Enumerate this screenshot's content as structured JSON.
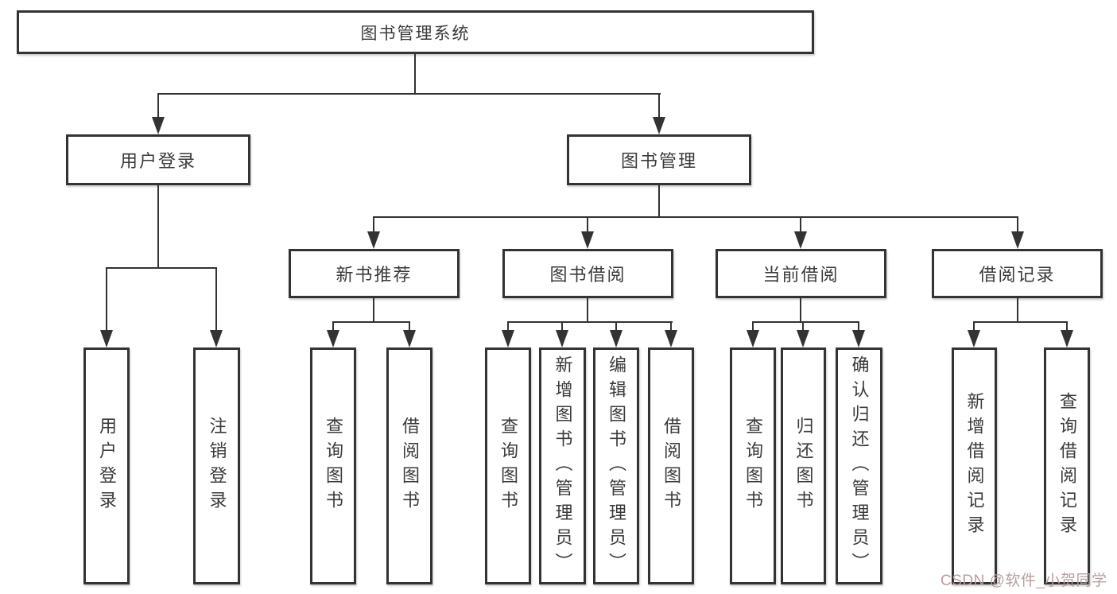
{
  "root": {
    "label": "图书管理系统"
  },
  "branches": {
    "user_login": {
      "label": "用户登录",
      "children": [
        {
          "label": "用户登录"
        },
        {
          "label": "注销登录"
        }
      ]
    },
    "book_management": {
      "label": "图书管理",
      "children": [
        {
          "label": "新书推荐",
          "children": [
            {
              "label": "查询图书"
            },
            {
              "label": "借阅图书"
            }
          ]
        },
        {
          "label": "图书借阅",
          "children": [
            {
              "label": "查询图书"
            },
            {
              "label": "新增图书（管理员）"
            },
            {
              "label": "编辑图书（管理员）"
            },
            {
              "label": "借阅图书"
            }
          ]
        },
        {
          "label": "当前借阅",
          "children": [
            {
              "label": "查询图书"
            },
            {
              "label": "归还图书"
            },
            {
              "label": "确认归还（管理员）"
            }
          ]
        },
        {
          "label": "借阅记录",
          "children": [
            {
              "label": "新增借阅记录"
            },
            {
              "label": "查询借阅记录"
            }
          ]
        }
      ]
    }
  },
  "watermark": {
    "text": "CSDN @软件_小贺同学"
  },
  "colors": {
    "line": "#333333",
    "text": "#3a3a3a",
    "background": "#ffffff",
    "watermark": "#b79f9f"
  }
}
